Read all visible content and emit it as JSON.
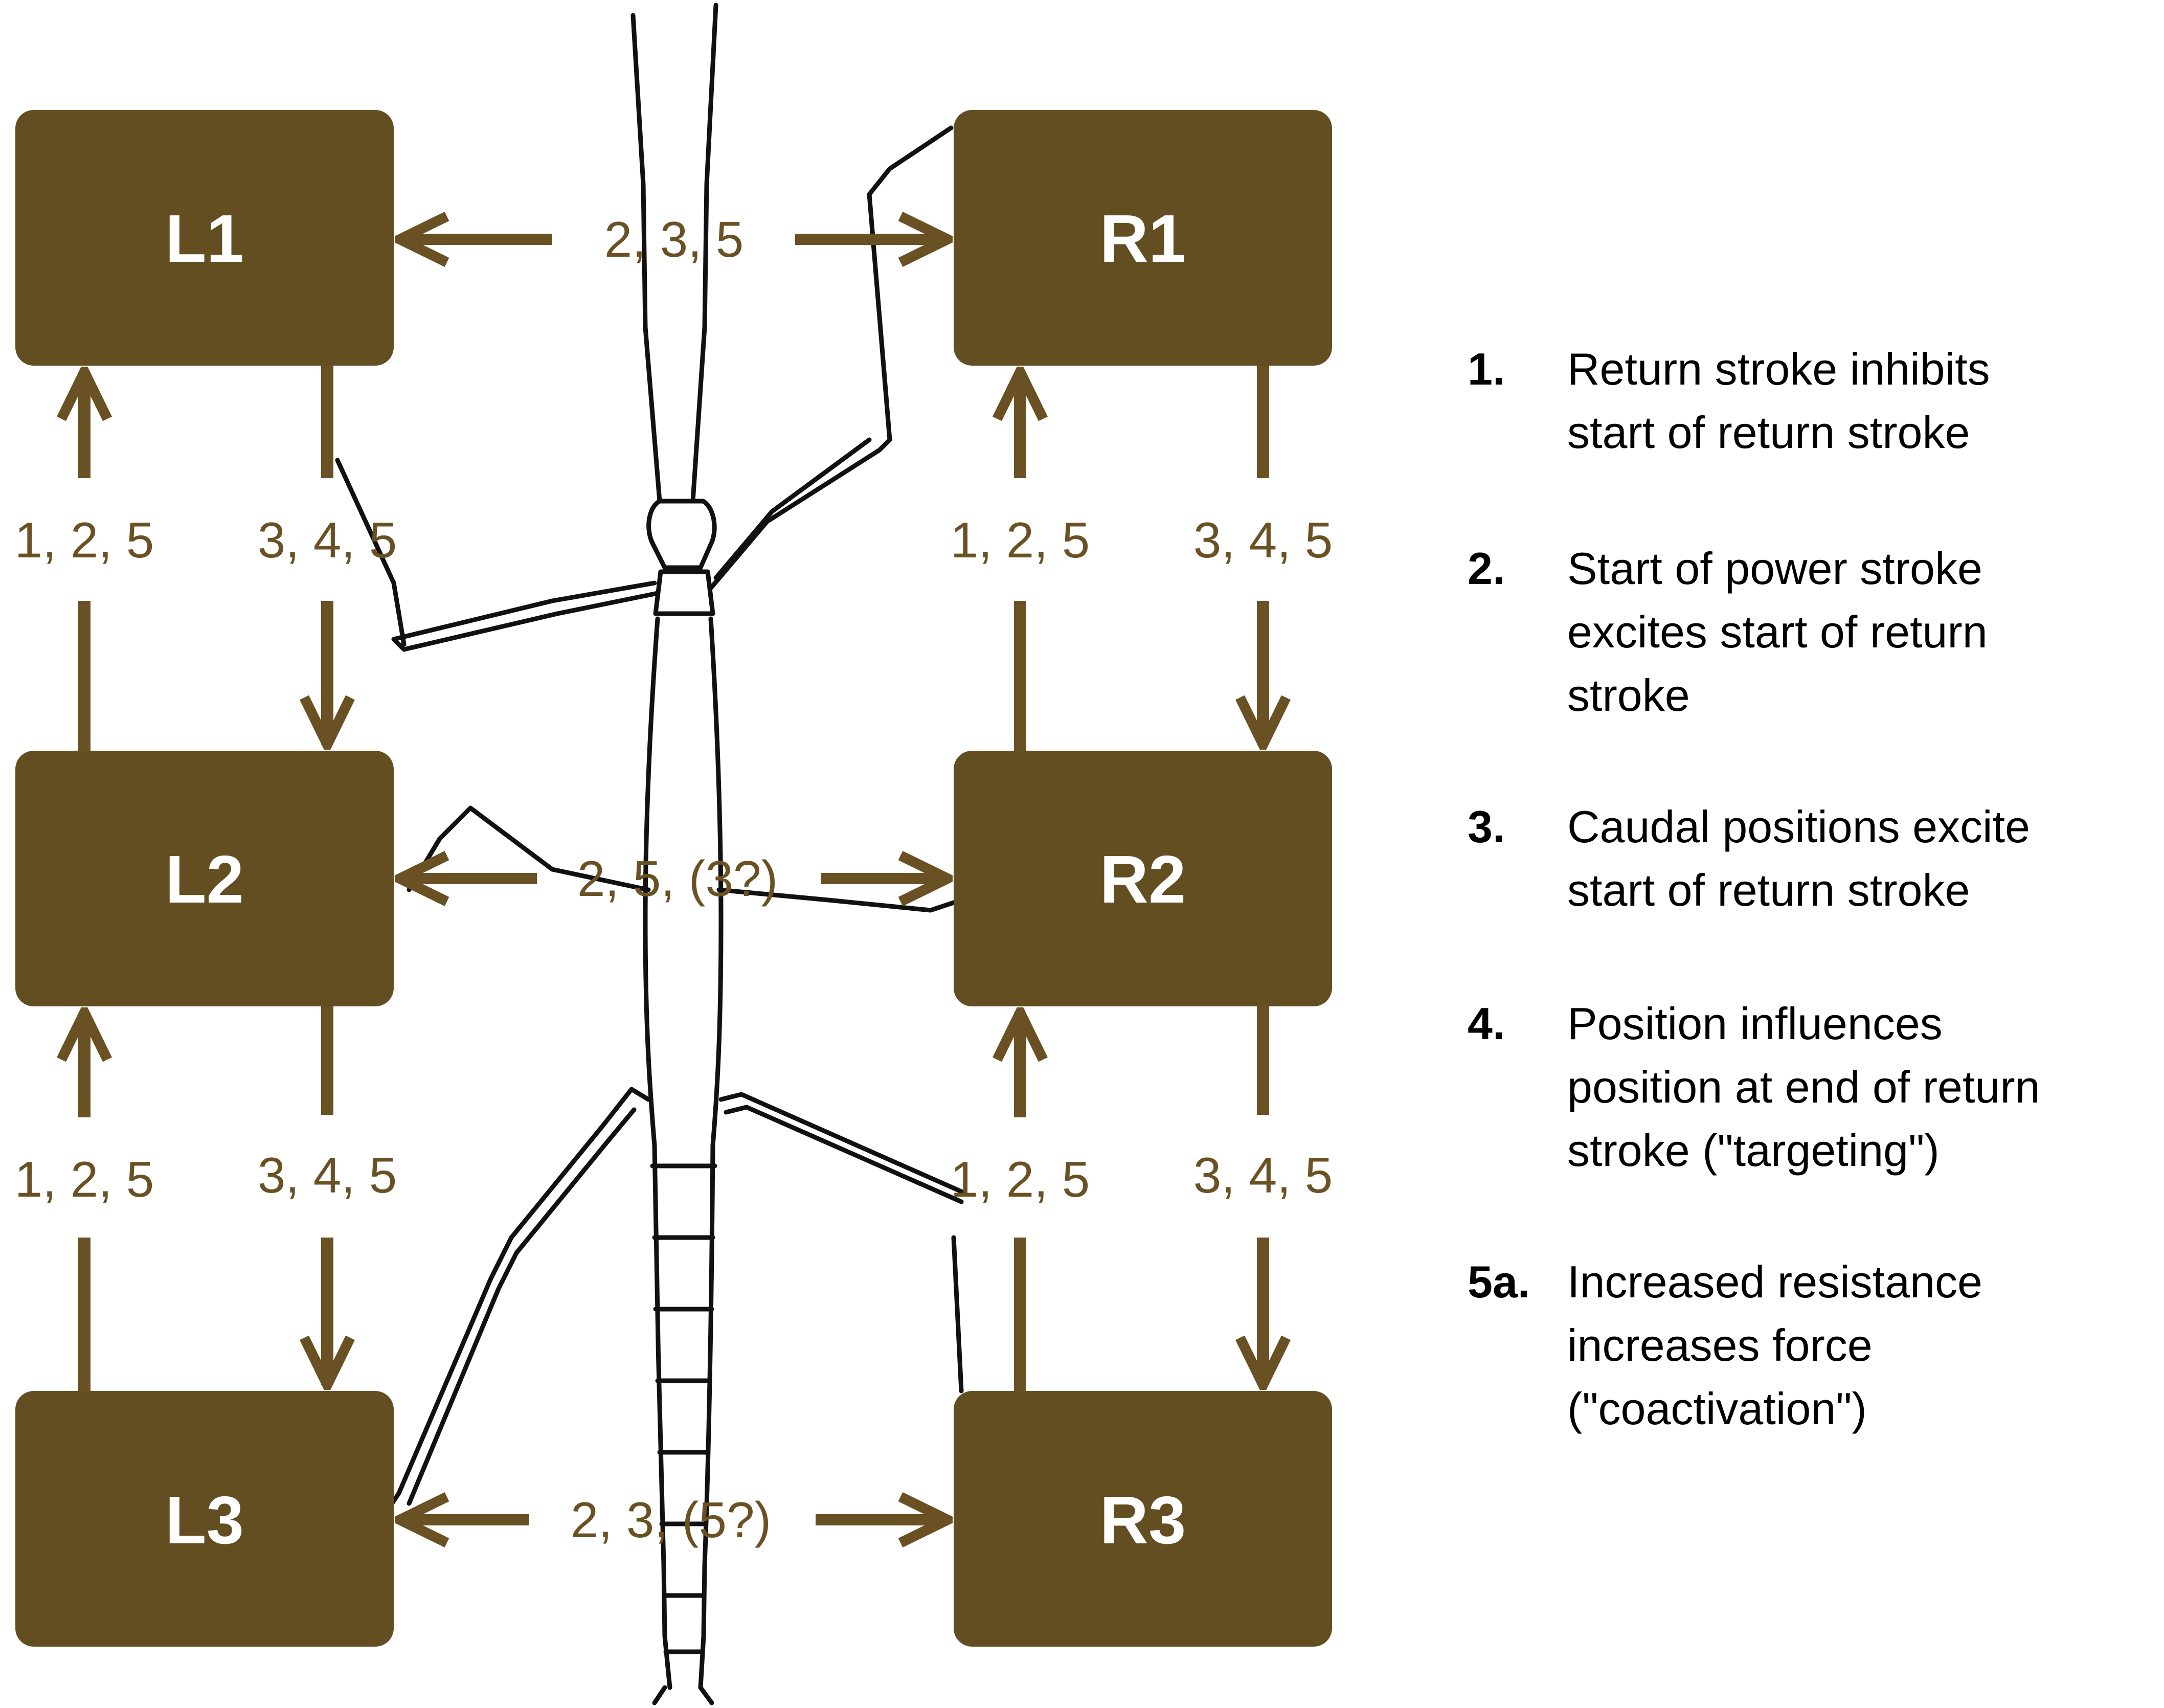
{
  "colors": {
    "box": "#634e22",
    "arrow": "#6a5124",
    "edge_label": "#6a5124",
    "insect_line": "#111111"
  },
  "nodes": {
    "L1": "L1",
    "L2": "L2",
    "L3": "L3",
    "R1": "R1",
    "R2": "R2",
    "R3": "R3"
  },
  "edges": {
    "l1_r1": "2, 3, 5",
    "l2_r2": "2, 5, (3?)",
    "l3_r3": "2, 3, (5?)",
    "l2_to_l1": "1, 2, 5",
    "l1_to_l2": "3, 4, 5",
    "l3_to_l2": "1, 2, 5",
    "l2_to_l3": "3, 4, 5",
    "r2_to_r1": "1, 2, 5",
    "r1_to_r2": "3, 4, 5",
    "r3_to_r2": "1, 2, 5",
    "r2_to_r3": "3, 4, 5"
  },
  "legend": [
    {
      "num": "1.",
      "lines": [
        "Return stroke inhibits",
        "start of return stroke"
      ]
    },
    {
      "num": "2.",
      "lines": [
        "Start of power stroke",
        "excites start of return",
        "stroke"
      ]
    },
    {
      "num": "3.",
      "lines": [
        "Caudal positions excite",
        "start of return stroke"
      ]
    },
    {
      "num": "4.",
      "lines": [
        "Position influences",
        "position at end of return",
        "stroke (\"targeting\")"
      ]
    },
    {
      "num": "5a.",
      "lines": [
        "Increased resistance",
        "increases force",
        "(\"coactivation\")"
      ]
    }
  ]
}
